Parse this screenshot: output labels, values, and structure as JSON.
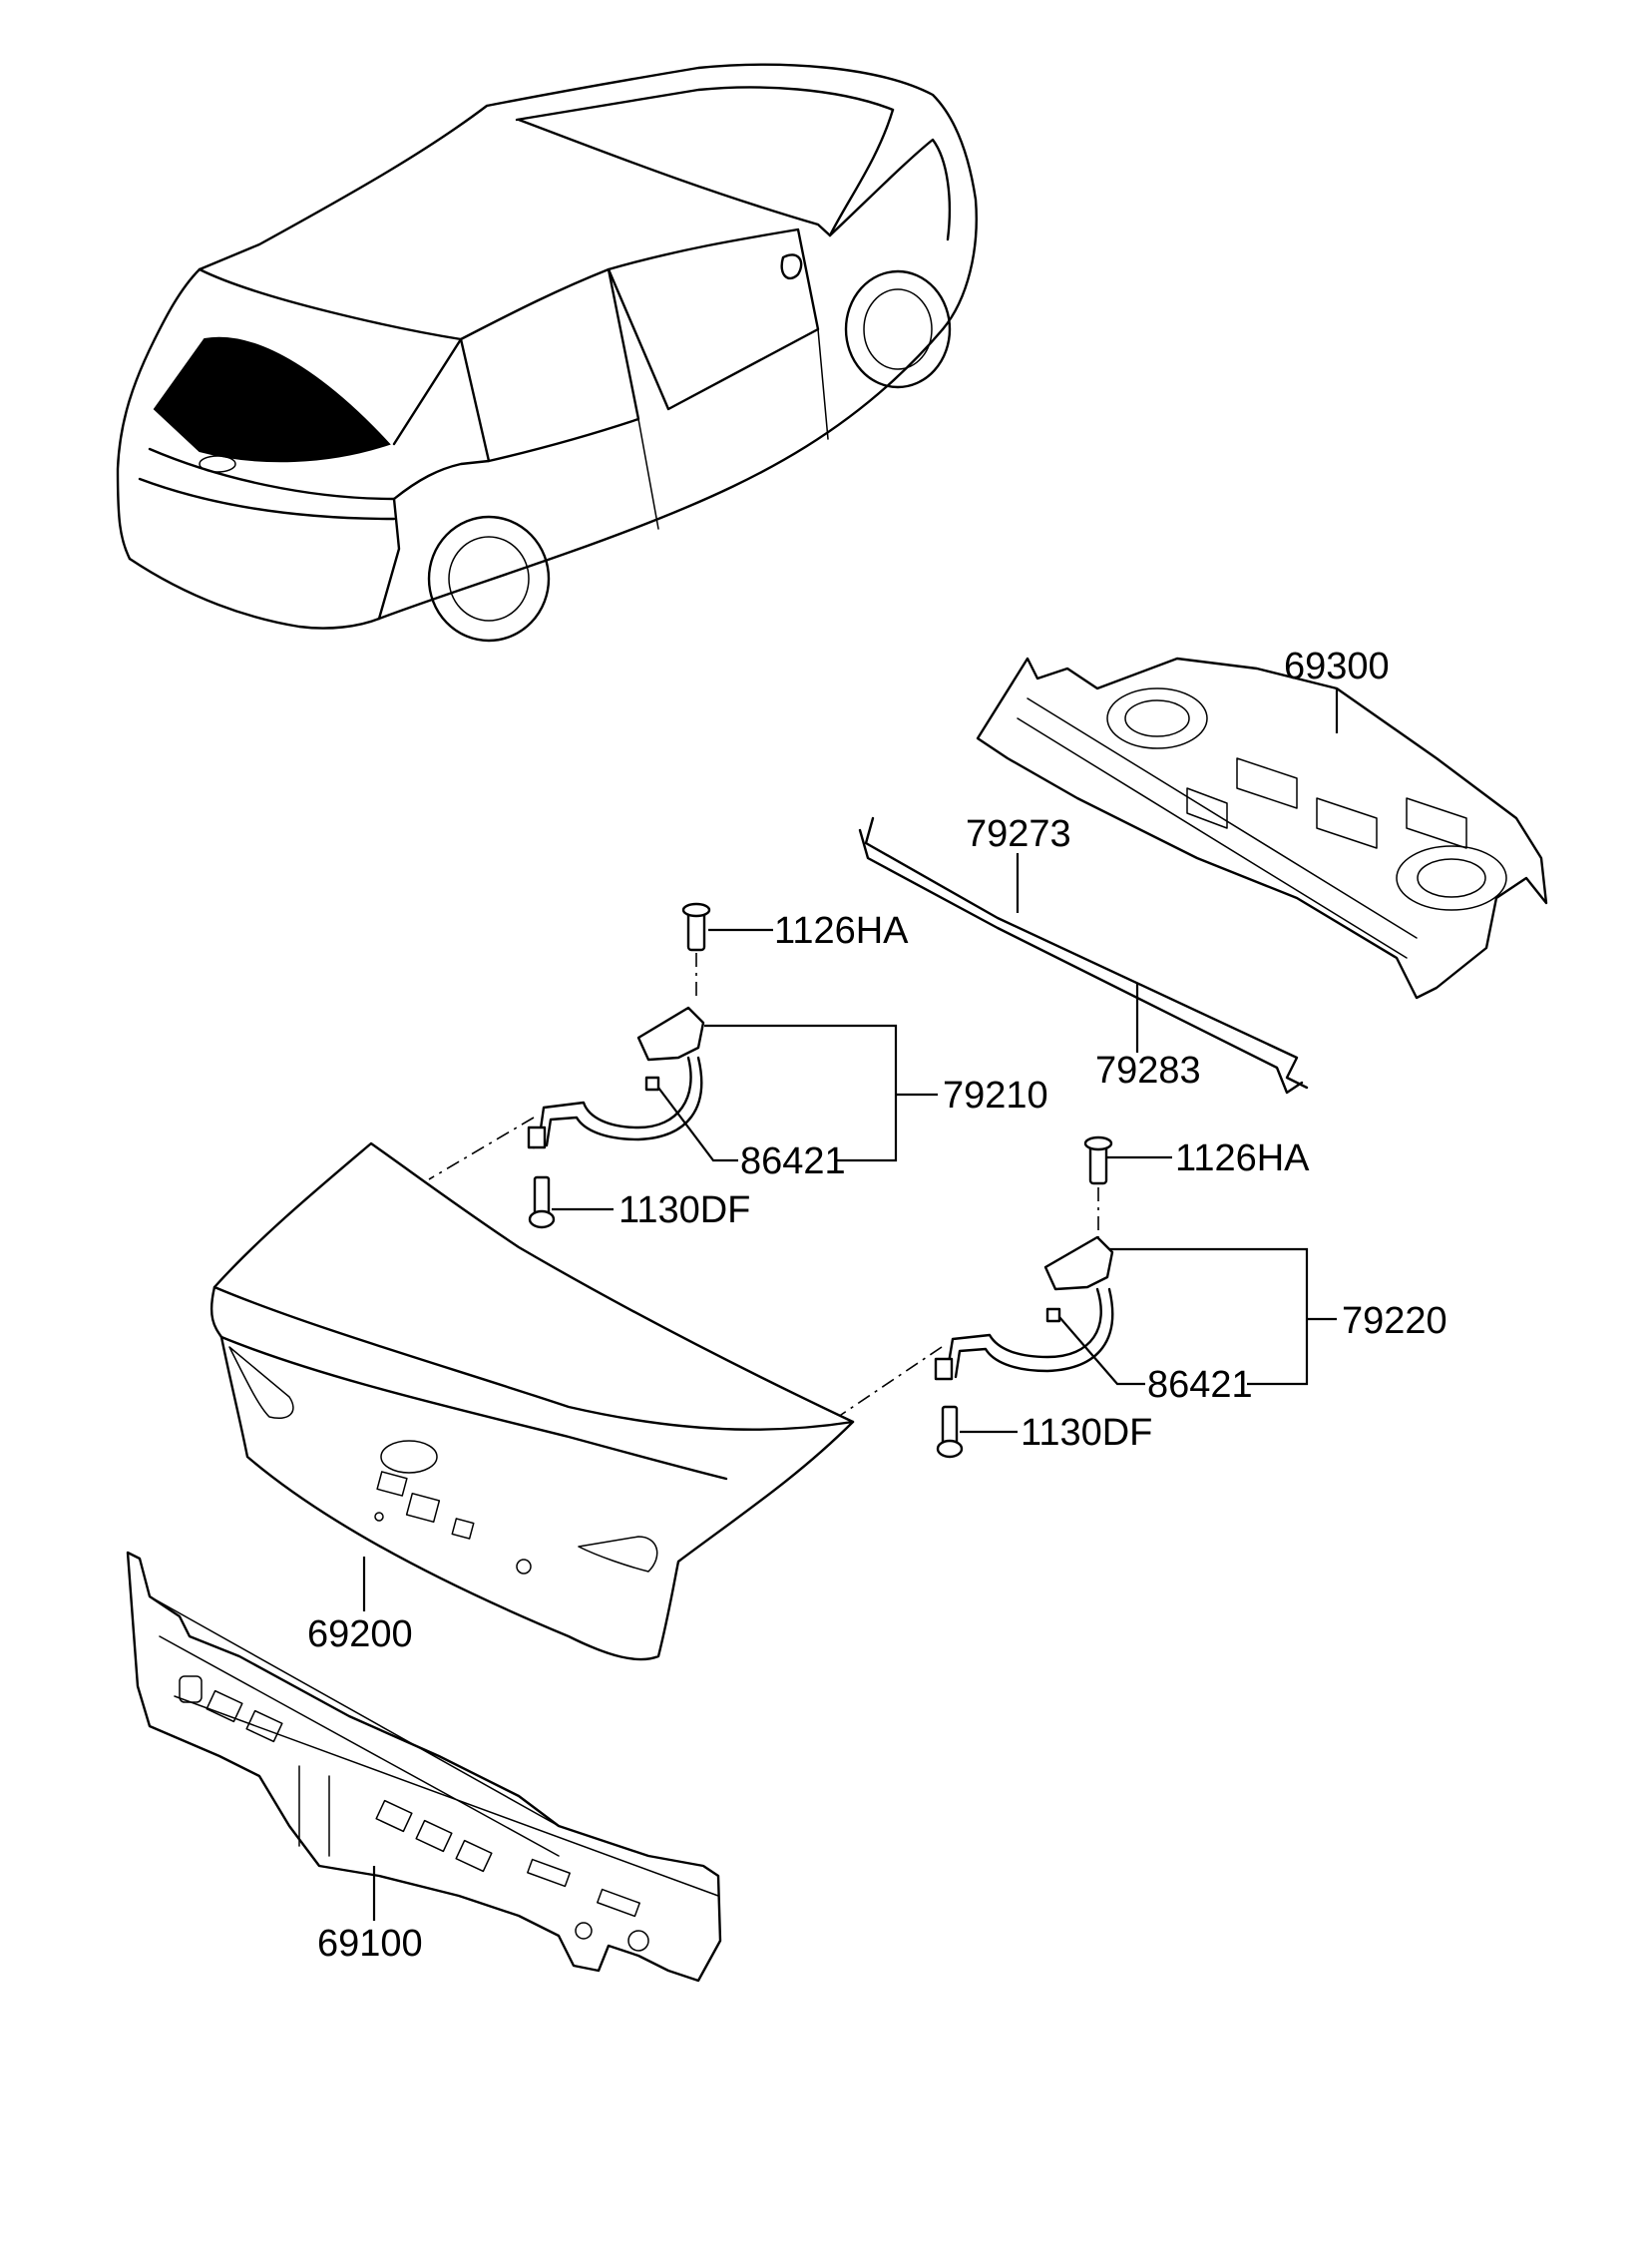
{
  "callouts": {
    "c69300": "69300",
    "c79273": "79273",
    "c79283": "79283",
    "c1126ha_left": "1126HA",
    "c79210": "79210",
    "c86421_left": "86421",
    "c1130df_left": "1130DF",
    "c1126ha_right": "1126HA",
    "c79220": "79220",
    "c86421_right": "86421",
    "c1130df_right": "1130DF",
    "c69200": "69200",
    "c69100": "69100"
  }
}
